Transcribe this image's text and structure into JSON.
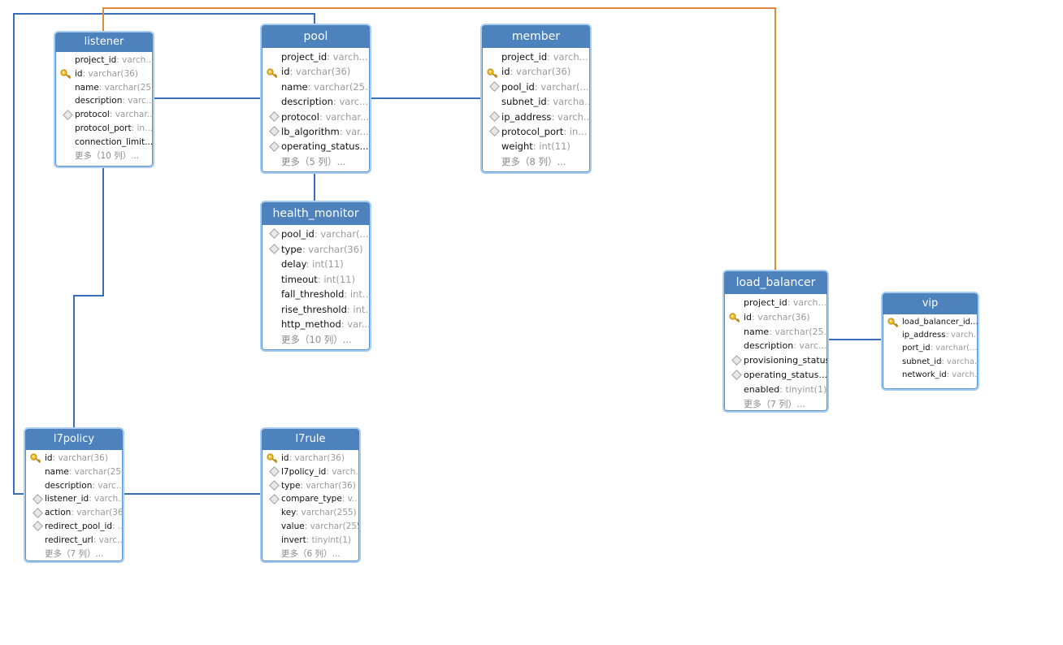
{
  "diagram": {
    "tables": {
      "listener": {
        "title": "listener",
        "rows": [
          {
            "icon": "",
            "name": "project_id",
            "type": ": varch..."
          },
          {
            "icon": "key-icon",
            "name": "id",
            "type": ": varchar(36)"
          },
          {
            "icon": "",
            "name": "name",
            "type": ": varchar(25..."
          },
          {
            "icon": "",
            "name": "description",
            "type": ": varc..."
          },
          {
            "icon": "fk-icon",
            "name": "protocol",
            "type": ": varchar..."
          },
          {
            "icon": "",
            "name": "protocol_port",
            "type": ": in..."
          },
          {
            "icon": "",
            "name": "connection_limit...",
            "type": ""
          },
          {
            "icon": "",
            "name": "更多（10 列）...",
            "type": "",
            "more": true
          }
        ]
      },
      "pool": {
        "title": "pool",
        "rows": [
          {
            "icon": "",
            "name": "project_id",
            "type": ": varch..."
          },
          {
            "icon": "key-icon",
            "name": "id",
            "type": ": varchar(36)"
          },
          {
            "icon": "",
            "name": "name",
            "type": ": varchar(25..."
          },
          {
            "icon": "",
            "name": "description",
            "type": ": varc..."
          },
          {
            "icon": "fk-icon",
            "name": "protocol",
            "type": ": varchar..."
          },
          {
            "icon": "fk-icon",
            "name": "lb_algorithm",
            "type": ": var..."
          },
          {
            "icon": "fk-icon",
            "name": "operating_status...",
            "type": ""
          },
          {
            "icon": "",
            "name": "更多（5 列）...",
            "type": "",
            "more": true
          }
        ]
      },
      "member": {
        "title": "member",
        "rows": [
          {
            "icon": "",
            "name": "project_id",
            "type": ": varch..."
          },
          {
            "icon": "key-icon",
            "name": "id",
            "type": ": varchar(36)"
          },
          {
            "icon": "fk-icon",
            "name": "pool_id",
            "type": ": varchar(..."
          },
          {
            "icon": "",
            "name": "subnet_id",
            "type": ": varcha..."
          },
          {
            "icon": "fk-icon",
            "name": "ip_address",
            "type": ": varch..."
          },
          {
            "icon": "fk-icon",
            "name": "protocol_port",
            "type": ": in..."
          },
          {
            "icon": "",
            "name": "weight",
            "type": ": int(11)"
          },
          {
            "icon": "",
            "name": "更多（8 列）...",
            "type": "",
            "more": true
          }
        ]
      },
      "health_monitor": {
        "title": "health_monitor",
        "rows": [
          {
            "icon": "fk-icon",
            "name": "pool_id",
            "type": ": varchar(..."
          },
          {
            "icon": "fk-icon",
            "name": "type",
            "type": ": varchar(36)"
          },
          {
            "icon": "",
            "name": "delay",
            "type": ": int(11)"
          },
          {
            "icon": "",
            "name": "timeout",
            "type": ": int(11)"
          },
          {
            "icon": "",
            "name": "fall_threshold",
            "type": ": int..."
          },
          {
            "icon": "",
            "name": "rise_threshold",
            "type": ": int..."
          },
          {
            "icon": "",
            "name": "http_method",
            "type": ": var..."
          },
          {
            "icon": "",
            "name": "更多（10 列）...",
            "type": "",
            "more": true
          }
        ]
      },
      "load_balancer": {
        "title": "load_balancer",
        "rows": [
          {
            "icon": "",
            "name": "project_id",
            "type": ": varch..."
          },
          {
            "icon": "key-icon",
            "name": "id",
            "type": ": varchar(36)"
          },
          {
            "icon": "",
            "name": "name",
            "type": ": varchar(25..."
          },
          {
            "icon": "",
            "name": "description",
            "type": ": varc..."
          },
          {
            "icon": "fk-icon",
            "name": "provisioning_status:",
            "type": ""
          },
          {
            "icon": "fk-icon",
            "name": "operating_status...",
            "type": ""
          },
          {
            "icon": "",
            "name": "enabled",
            "type": ": tinyint(1)"
          },
          {
            "icon": "",
            "name": "更多（7 列）...",
            "type": "",
            "more": true
          }
        ]
      },
      "vip": {
        "title": "vip",
        "rows": [
          {
            "icon": "key-icon",
            "name": "load_balancer_id...",
            "type": ""
          },
          {
            "icon": "",
            "name": "ip_address",
            "type": ": varch..."
          },
          {
            "icon": "",
            "name": "port_id",
            "type": ": varchar(..."
          },
          {
            "icon": "",
            "name": "subnet_id",
            "type": ": varcha..."
          },
          {
            "icon": "",
            "name": "network_id",
            "type": ": varch..."
          }
        ]
      },
      "l7policy": {
        "title": "l7policy",
        "rows": [
          {
            "icon": "key-icon",
            "name": "id",
            "type": ": varchar(36)"
          },
          {
            "icon": "",
            "name": "name",
            "type": ": varchar(25..."
          },
          {
            "icon": "",
            "name": "description",
            "type": ": varc..."
          },
          {
            "icon": "fk-icon",
            "name": "listener_id",
            "type": ": varch..."
          },
          {
            "icon": "fk-icon",
            "name": "action",
            "type": ": varchar(36)"
          },
          {
            "icon": "fk-icon",
            "name": "redirect_pool_id",
            "type": ": ..."
          },
          {
            "icon": "",
            "name": "redirect_url",
            "type": ": varc..."
          },
          {
            "icon": "",
            "name": "更多（7 列）...",
            "type": "",
            "more": true
          }
        ]
      },
      "l7rule": {
        "title": "l7rule",
        "rows": [
          {
            "icon": "key-icon",
            "name": "id",
            "type": ": varchar(36)"
          },
          {
            "icon": "fk-icon",
            "name": "l7policy_id",
            "type": ": varch..."
          },
          {
            "icon": "fk-icon",
            "name": "type",
            "type": ": varchar(36)"
          },
          {
            "icon": "fk-icon",
            "name": "compare_type",
            "type": ": v..."
          },
          {
            "icon": "",
            "name": "key",
            "type": ": varchar(255)"
          },
          {
            "icon": "",
            "name": "value",
            "type": ": varchar(255)"
          },
          {
            "icon": "",
            "name": "invert",
            "type": ": tinyint(1)"
          },
          {
            "icon": "",
            "name": "更多（6 列）...",
            "type": "",
            "more": true
          }
        ]
      }
    },
    "colors": {
      "header": "#4d82bd",
      "relation_line": "#3b6dbf",
      "relation_line_orange": "#e08a3c",
      "table_border": "#a8cdf0"
    }
  }
}
